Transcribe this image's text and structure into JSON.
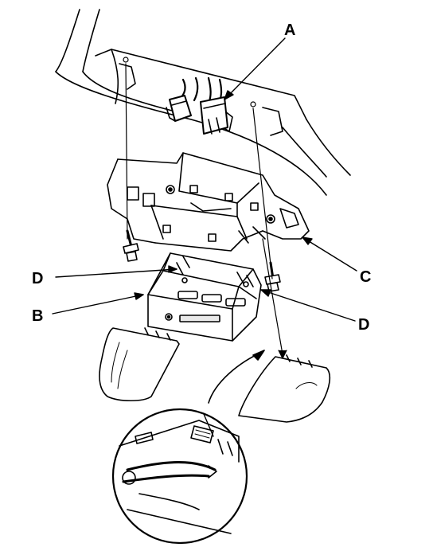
{
  "callouts": {
    "a": "A",
    "b": "B",
    "c": "C",
    "d_upper": "D",
    "d_lower": "D"
  },
  "colors": {
    "line": "#000000",
    "background": "#ffffff",
    "shade": "#e9e9e9"
  }
}
